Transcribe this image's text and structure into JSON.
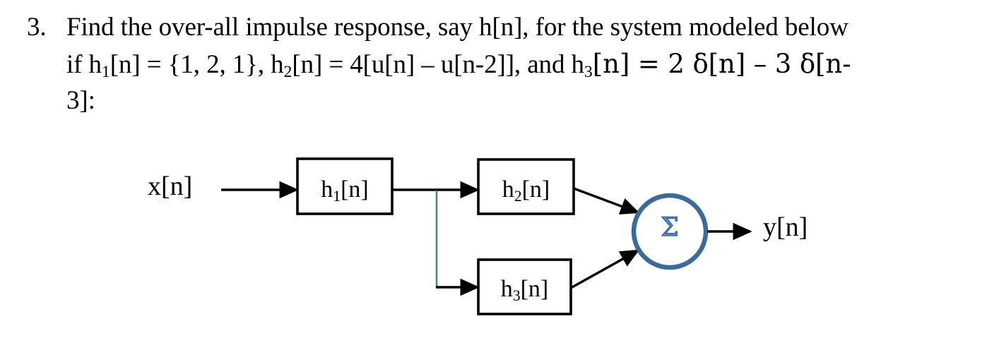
{
  "page": {
    "background_color": "#ffffff",
    "text_color": "#000000"
  },
  "question": {
    "number": "3.",
    "line1": "Find the over-all impulse response, say h[n], for the system modeled below",
    "line2_parts": {
      "p1": "if h",
      "s1": "1",
      "p2": "[n] = {1, 2, 1}, h",
      "s2": "2",
      "p3": "[n] = 4[u[n] – u[n-2]], and h",
      "s3": "3",
      "p4": "[n] = 2 δ[n] – 3 δ[n-"
    },
    "line3": "3]:"
  },
  "diagram": {
    "type": "block-diagram",
    "input_label": "x[n]",
    "output_label": "y[n]",
    "blocks": [
      {
        "id": "h1",
        "label_base": "h",
        "label_sub": "1",
        "label_tail": "[n]"
      },
      {
        "id": "h2",
        "label_base": "h",
        "label_sub": "2",
        "label_tail": "[n]"
      },
      {
        "id": "h3",
        "label_base": "h",
        "label_sub": "3",
        "label_tail": "[n]"
      }
    ],
    "summer": {
      "symbol": "Σ",
      "ring_color": "#3b6a9c",
      "glyph_color": "#5b8cc4"
    },
    "colors": {
      "line_black": "#000000",
      "branch_blue": "#4a7ebb",
      "block_border": "#000000",
      "block_fill": "#ffffff"
    },
    "connections": [
      {
        "from": "x[n]",
        "to": "h1",
        "style": "arrow-black"
      },
      {
        "from": "h1",
        "to": "branch-node",
        "style": "line-black"
      },
      {
        "from": "branch-node",
        "to": "h2",
        "style": "arrow-black"
      },
      {
        "from": "branch-node",
        "to": "h3",
        "style": "arrow-black-via-blue-drop"
      },
      {
        "from": "h2",
        "to": "summer",
        "style": "arrow-black-diagonal"
      },
      {
        "from": "h3",
        "to": "summer",
        "style": "arrow-black-diagonal"
      },
      {
        "from": "summer",
        "to": "y[n]",
        "style": "arrow-black"
      }
    ]
  }
}
